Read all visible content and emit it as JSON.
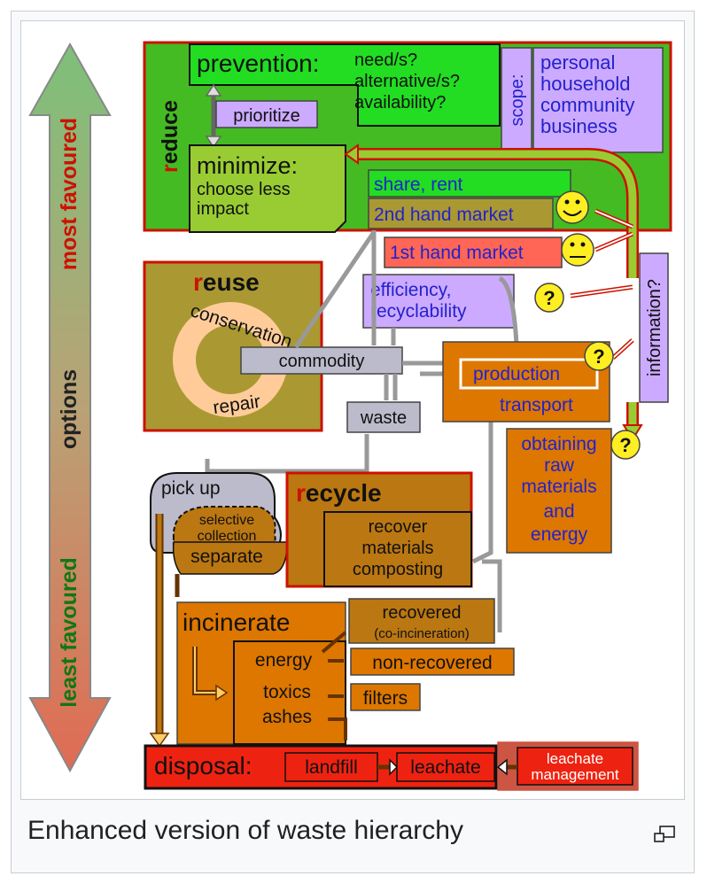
{
  "axis": {
    "top": "most favoured",
    "middle": "options",
    "bottom": "least favoured"
  },
  "reduce": {
    "title": "reduce",
    "title_first_letter": "r",
    "title_rest": "educe",
    "prevention": "prevention:",
    "questions": [
      "need/s?",
      "alternative/s?",
      "availability?"
    ],
    "prioritize": "prioritize",
    "minimize": "minimize:",
    "minimize_sub": [
      "choose less",
      "impact"
    ],
    "scope": "scope:",
    "scope_items": [
      "personal",
      "household",
      "community",
      "business"
    ]
  },
  "market": {
    "share": "share, rent",
    "second_hand": "2nd hand market",
    "first_hand": "1st hand market",
    "efficiency": [
      "efficiency,",
      "recyclability"
    ],
    "information": "information?",
    "question_mark": "?"
  },
  "reuse": {
    "title_first_letter": "r",
    "title_rest": "euse",
    "ring_top": "conservation",
    "ring_bottom": "repair",
    "commodity": "commodity",
    "waste": "waste"
  },
  "production": {
    "production": "production",
    "transport": "transport",
    "obtaining": [
      "obtaining",
      "raw",
      "materials",
      "and",
      "energy"
    ]
  },
  "recycle": {
    "pick_up": "pick up",
    "selective": [
      "selective",
      "collection"
    ],
    "separate": "separate",
    "title_first_letter": "r",
    "title_rest": "ecycle",
    "recover": [
      "recover",
      "materials",
      "composting"
    ]
  },
  "incinerate": {
    "title": "incinerate",
    "energy": "energy",
    "toxics": "toxics",
    "ashes": "ashes",
    "recovered": "recovered",
    "co_incineration": "(co-incineration)",
    "non_recovered": "non-recovered",
    "filters": "filters"
  },
  "disposal": {
    "title": "disposal:",
    "landfill": "landfill",
    "leachate": "leachate",
    "leachate_management": [
      "leachate",
      "management"
    ]
  },
  "caption": "Enhanced version of waste hierarchy",
  "colors": {
    "reduce_green": "#44bb22",
    "bright_green": "#22dd22",
    "lime": "#99cc33",
    "lavender": "#ccaaff",
    "olive": "#aa9933",
    "orange": "#dd7700",
    "red": "#ee2211",
    "salmon": "#ff6655",
    "gray": "#bbbbcc",
    "brown": "#bb7711"
  }
}
